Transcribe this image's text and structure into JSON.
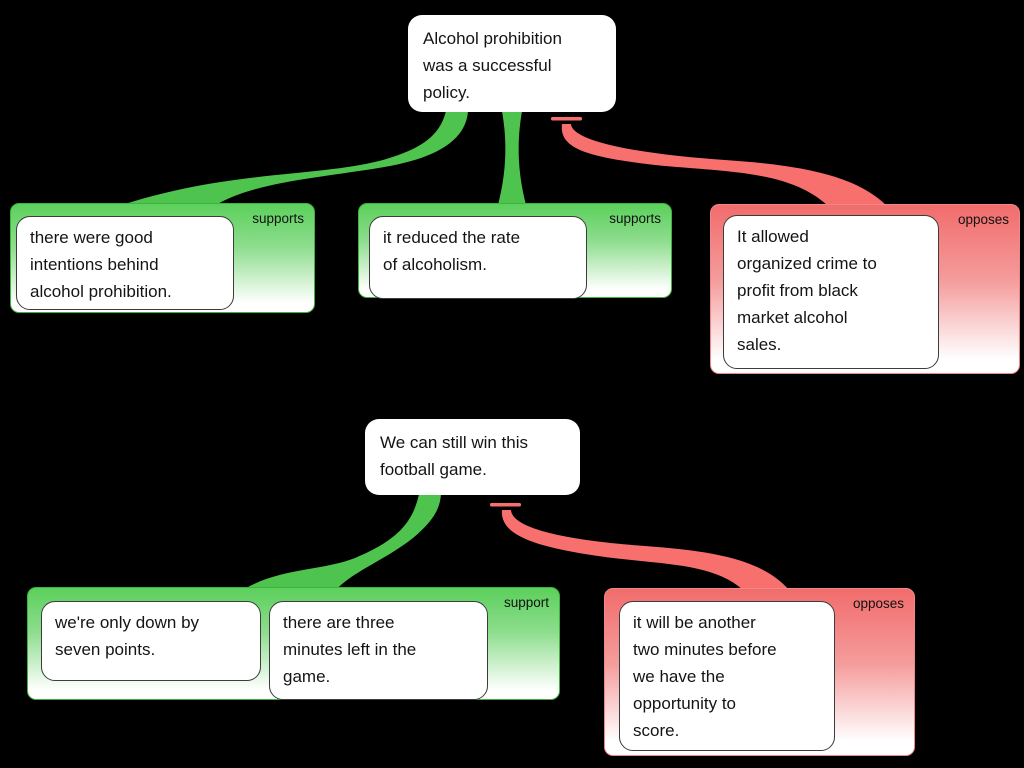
{
  "diagram": {
    "background": "#000000",
    "colors": {
      "support": "#4ec44e",
      "oppose": "#f7706e",
      "support_border": "#3fb23f",
      "oppose_border": "#ef8888",
      "label_text": "#111111",
      "premise_border": "#3c3c3c",
      "text": "#141414"
    },
    "maps": [
      {
        "root": "Alcohol prohibition\nwas a successful\npolicy.",
        "children": [
          {
            "relation": "supports",
            "premises": [
              "there were good\nintentions behind\nalcohol prohibition."
            ]
          },
          {
            "relation": "supports",
            "premises": [
              "it reduced the rate\nof alcoholism."
            ]
          },
          {
            "relation": "opposes",
            "premises": [
              "It allowed\norganized crime to\nprofit from black\nmarket alcohol\nsales."
            ]
          }
        ]
      },
      {
        "root": "We can still win this\nfootball game.",
        "children": [
          {
            "relation": "support",
            "premises": [
              "we're only down by\nseven points.",
              "there are three\nminutes left in the\ngame."
            ]
          },
          {
            "relation": "opposes",
            "premises": [
              "it will be another\ntwo minutes before\nwe have the\nopportunity to\nscore."
            ]
          }
        ]
      }
    ]
  }
}
